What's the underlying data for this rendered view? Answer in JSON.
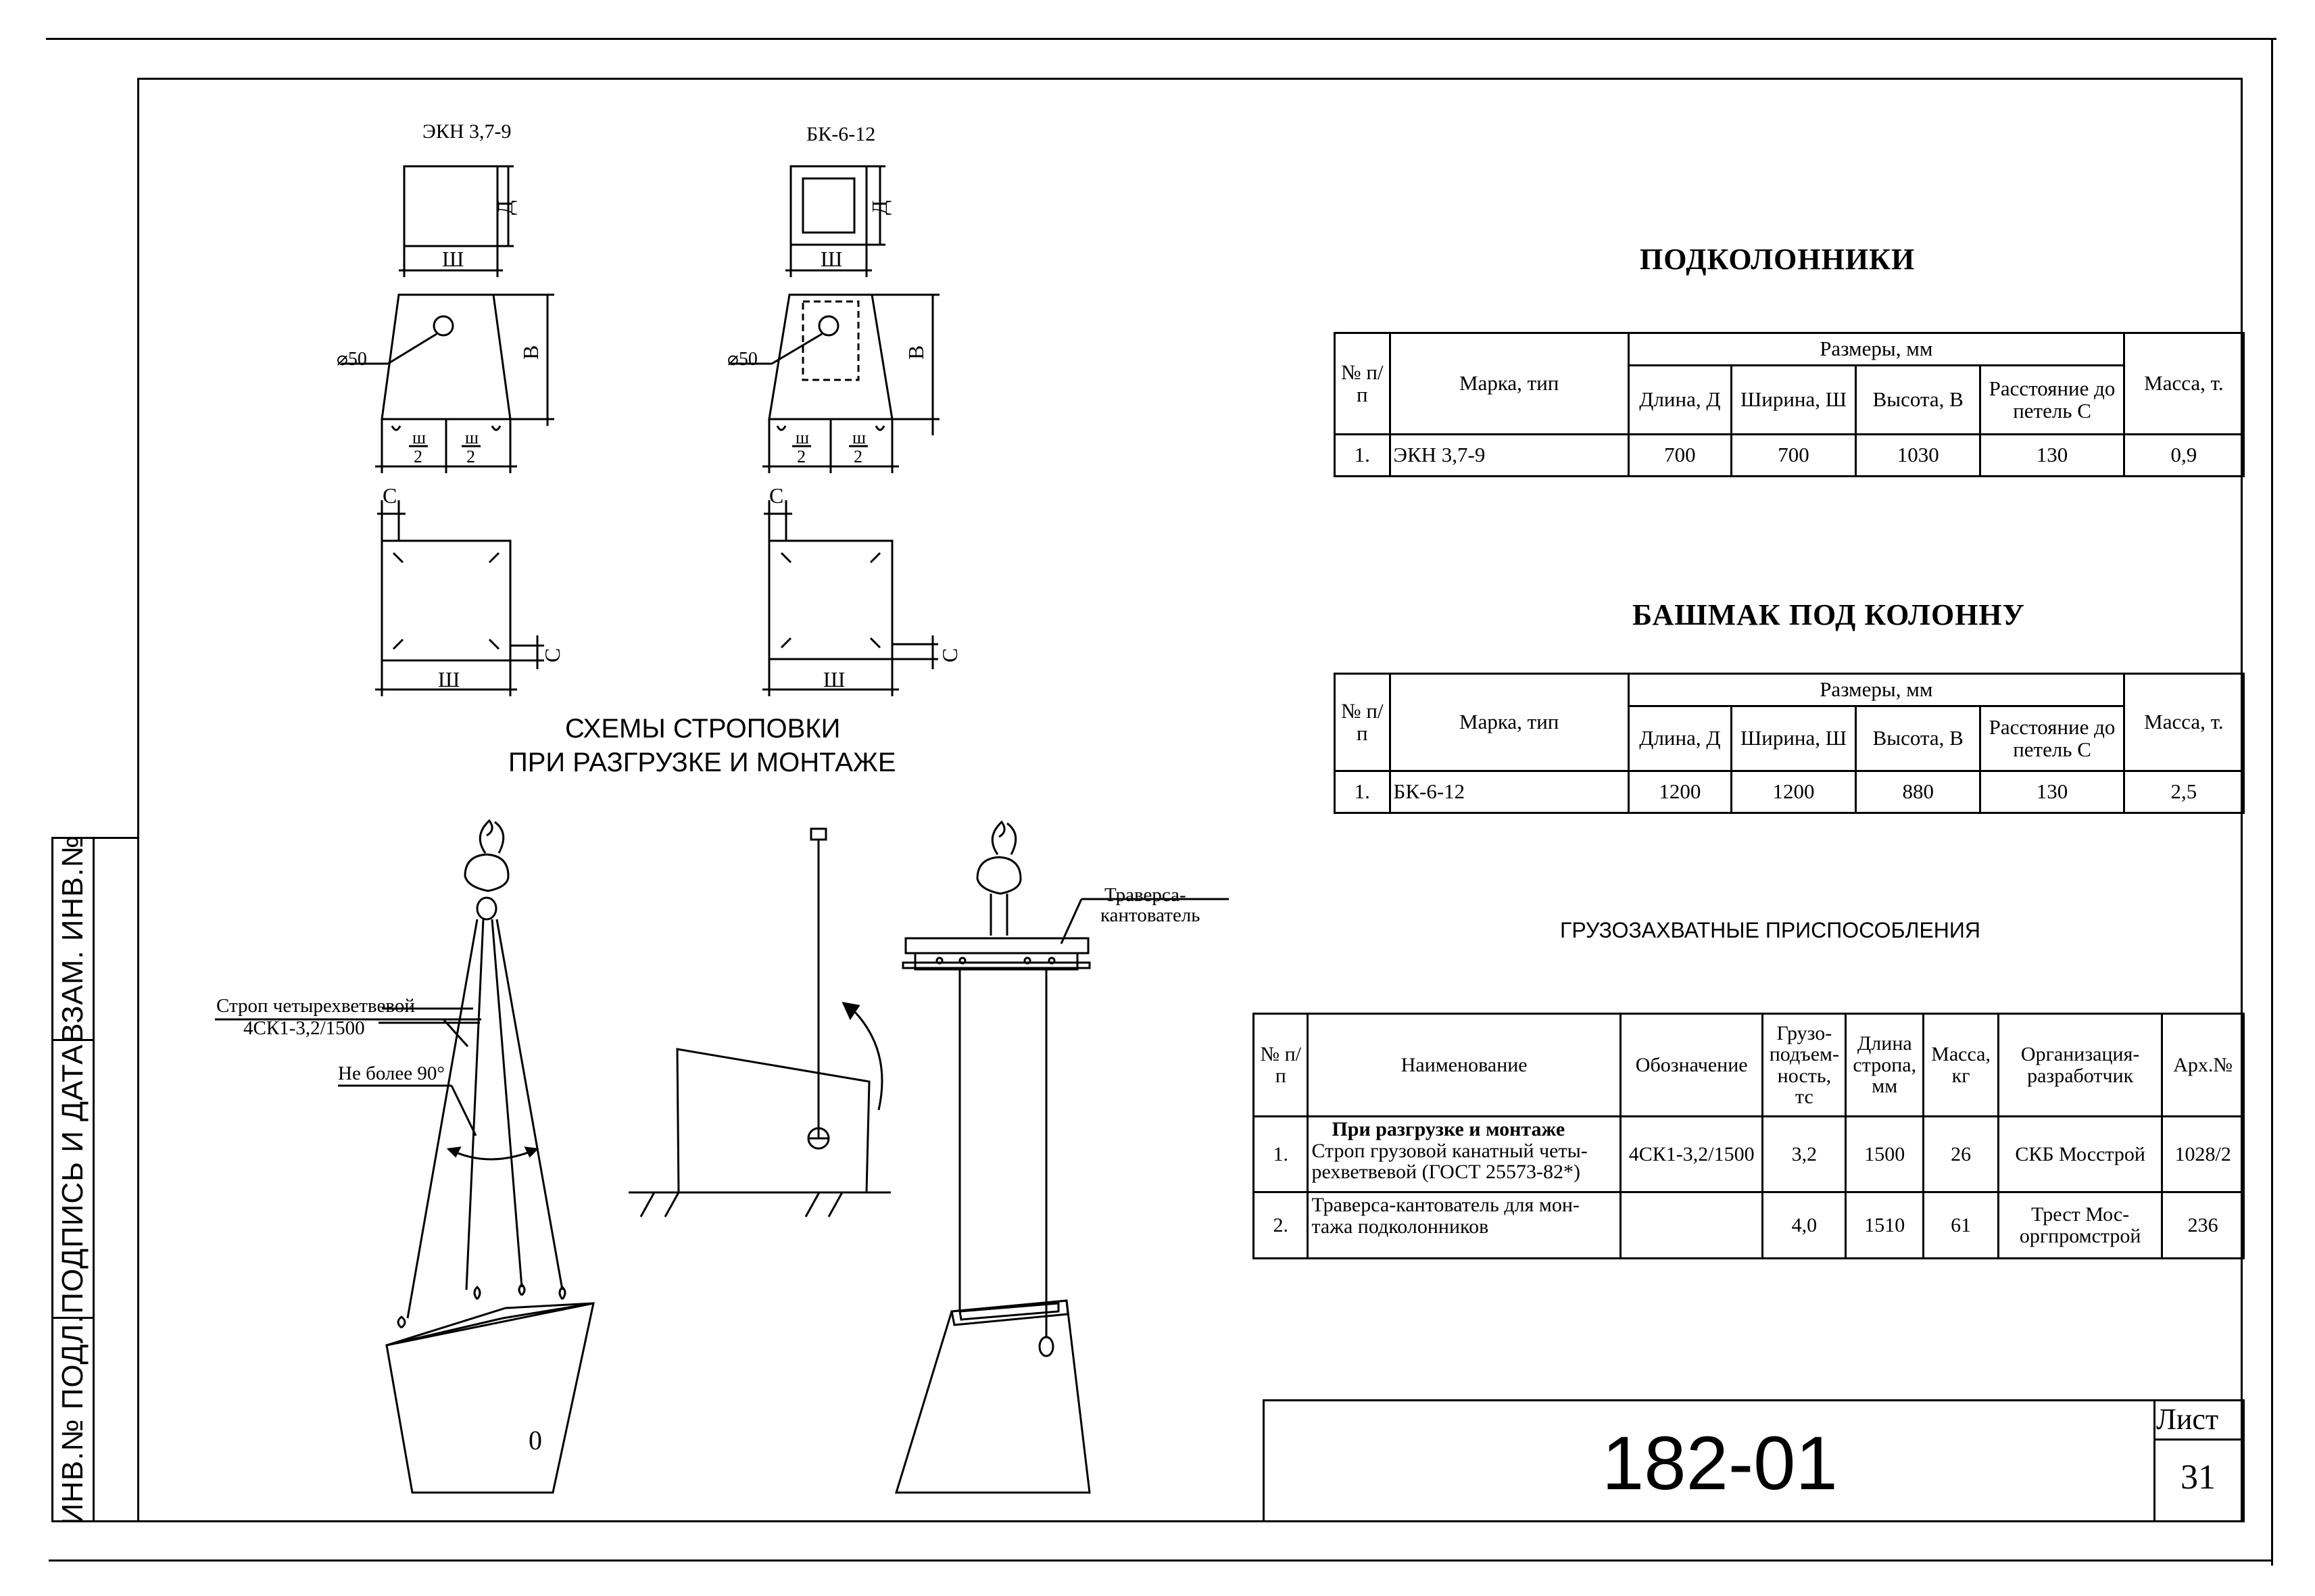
{
  "sidebar": {
    "vzam": "ВЗАМ. ИНВ.№",
    "podpis": "ПОДПИСЬ И ДАТА",
    "inv": "ИНВ.№ ПОДЛ."
  },
  "schemes": {
    "ekn_title": "ЭКН 3,7-9",
    "bk_title": "БК-6-12",
    "caption_line1": "СХЕМЫ СТРОПОВКИ",
    "caption_line2": "ПРИ РАЗГРУЗКЕ И МОНТАЖЕ",
    "dim_d": "Д",
    "dim_sh": "Ш",
    "dim_v": "В",
    "dim_c": "С",
    "dia": "⌀50",
    "half_num": "ш",
    "half_den": "2",
    "sling_label1": "Строп четырехветвевой",
    "sling_label2": "4СК1-3,2/1500",
    "angle_label": "Не более 90°",
    "traverse_label1": "Траверса-",
    "traverse_label2": "кантователь",
    "block_mark": "0"
  },
  "podkolonniki": {
    "title": "ПОДКОЛОННИКИ",
    "h_num": "№ п/п",
    "h_mark": "Марка, тип",
    "h_sizes": "Размеры, мм",
    "h_len": "Длина, Д",
    "h_wid": "Ширина, Ш",
    "h_hei": "Высота, В",
    "h_dist": "Расстояние до петель С",
    "h_mass": "Масса, т.",
    "row": {
      "num": "1.",
      "mark": "ЭКН 3,7-9",
      "len": "700",
      "wid": "700",
      "hei": "1030",
      "dist": "130",
      "mass": "0,9"
    }
  },
  "bashmak": {
    "title": "БАШМАК ПОД КОЛОННУ",
    "h_num": "№ п/п",
    "h_mark": "Марка, тип",
    "h_sizes": "Размеры, мм",
    "h_len": "Длина, Д",
    "h_wid": "Ширина, Ш",
    "h_hei": "Высота, В",
    "h_dist": "Расстояние до петель С",
    "h_mass": "Масса, т.",
    "row": {
      "num": "1.",
      "mark": "БК-6-12",
      "len": "1200",
      "wid": "1200",
      "hei": "880",
      "dist": "130",
      "mass": "2,5"
    }
  },
  "devices": {
    "title": "ГРУЗОЗАХВАТНЫЕ ПРИСПОСОБЛЕНИЯ",
    "h_num": "№ п/п",
    "h_name": "Наименование",
    "h_designation": "Обозначение",
    "h_capacity": "Грузо-подъем-ность, тс",
    "h_length": "Длина стропа, мм",
    "h_mass": "Масса, кг",
    "h_org": "Организация-разработчик",
    "h_arch": "Арх.№",
    "section": "При разгрузке и монтаже",
    "rows": [
      {
        "num": "1.",
        "name": "Строп грузовой канатный четы-рехветвевой (ГОСТ 25573-82*)",
        "designation": "4СК1-3,2/1500",
        "capacity": "3,2",
        "length": "1500",
        "mass": "26",
        "org": "СКБ Мосстрой",
        "arch": "1028/2"
      },
      {
        "num": "2.",
        "name": "Траверса-кантователь для мон-тажа подколонников",
        "designation": "",
        "capacity": "4,0",
        "length": "1510",
        "mass": "61",
        "org": "Трест Мос-оргпромстрой",
        "arch": "236"
      }
    ]
  },
  "stamp": {
    "code": "182-01",
    "sheet_label": "Лист",
    "sheet_num": "31"
  }
}
